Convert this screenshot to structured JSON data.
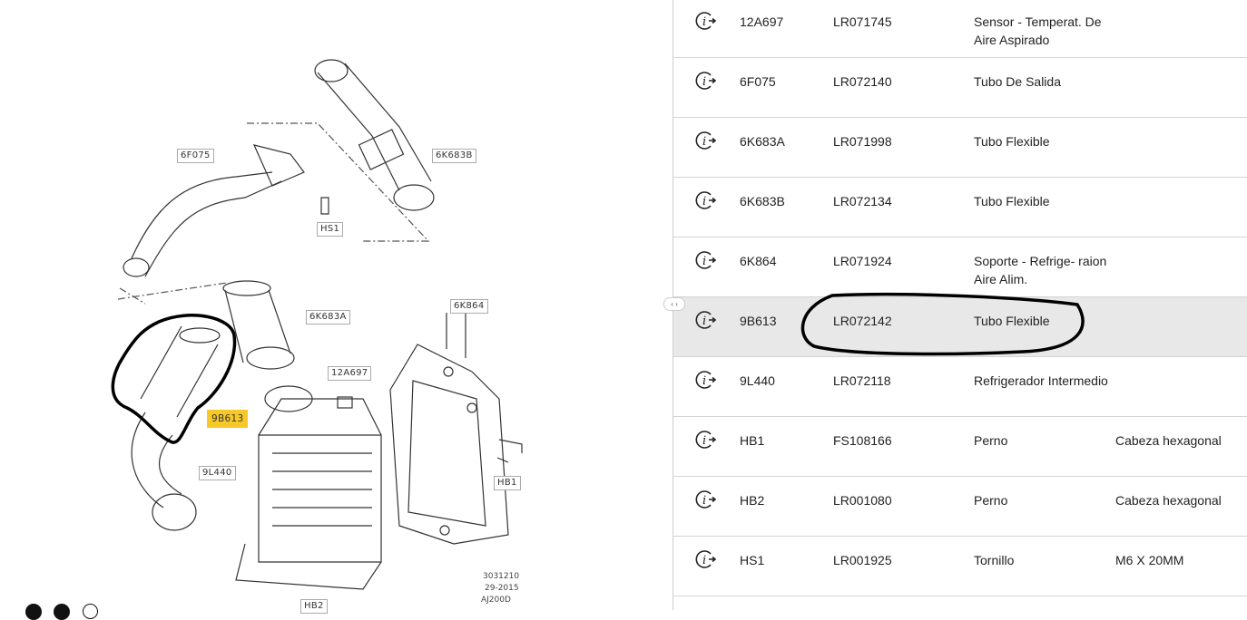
{
  "diagram": {
    "callouts": [
      "6F075",
      "6K683B",
      "HS1",
      "6K683A",
      "6K864",
      "12A697",
      "9B613",
      "9L440",
      "HB1",
      "HB2"
    ],
    "highlighted_callout": "9B613",
    "footer": [
      "3031210",
      "29-2015",
      "AJ200D"
    ],
    "highlight_color": "#f7c928"
  },
  "table": {
    "rows": [
      {
        "ref": "12A697",
        "part": "LR071745",
        "desc": "Sensor - Temperat. De Aire Aspirado",
        "note": ""
      },
      {
        "ref": "6F075",
        "part": "LR072140",
        "desc": "Tubo De Salida",
        "note": ""
      },
      {
        "ref": "6K683A",
        "part": "LR071998",
        "desc": "Tubo Flexible",
        "note": ""
      },
      {
        "ref": "6K683B",
        "part": "LR072134",
        "desc": "Tubo Flexible",
        "note": ""
      },
      {
        "ref": "6K864",
        "part": "LR071924",
        "desc": "Soporte - Refrige- raion Aire Alim.",
        "note": ""
      },
      {
        "ref": "9B613",
        "part": "LR072142",
        "desc": "Tubo Flexible",
        "note": "",
        "selected": true
      },
      {
        "ref": "9L440",
        "part": "LR072118",
        "desc": "Refrigerador Intermedio",
        "note": ""
      },
      {
        "ref": "HB1",
        "part": "FS108166",
        "desc": "Perno",
        "note": "Cabeza hexagonal"
      },
      {
        "ref": "HB2",
        "part": "LR001080",
        "desc": "Perno",
        "note": "Cabeza hexagonal"
      },
      {
        "ref": "HS1",
        "part": "LR001925",
        "desc": "Tornillo",
        "note": "M6 X 20MM"
      }
    ]
  },
  "split_handle": "‹ ›"
}
